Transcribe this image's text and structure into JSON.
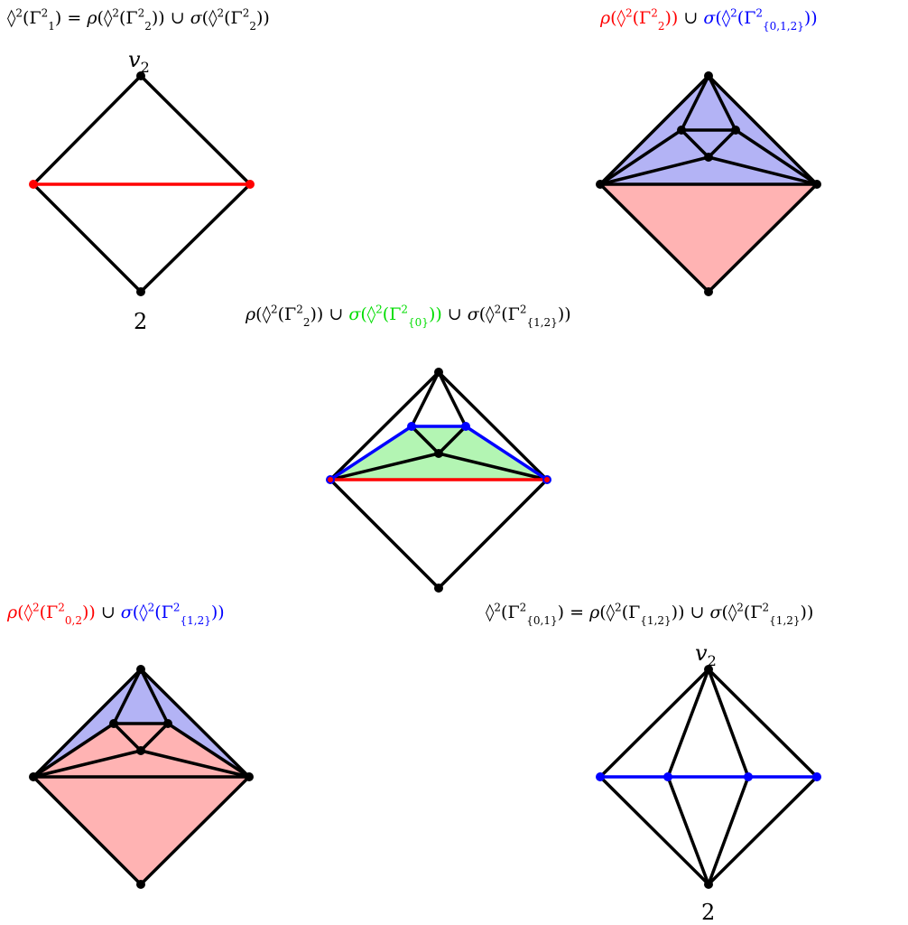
{
  "captions": {
    "p1": {
      "diamond": "◊",
      "exp": "2",
      "gamma": "Γ",
      "gsup": "2",
      "gsub": "1",
      "eq": " = ",
      "rho": "ρ",
      "diamond2": "◊",
      "exp2": "2",
      "gamma2": "Γ",
      "gsup2": "2",
      "gsub2": "2",
      "union": " ∪ ",
      "sigma": "σ",
      "diamond3": "◊",
      "exp3": "2",
      "gamma3": "Γ",
      "gsup3": "2",
      "gsub3": "2"
    },
    "p2": {
      "rho": "ρ",
      "diamond": "◊",
      "exp": "2",
      "gamma": "Γ",
      "gsup": "2",
      "gsub": "2",
      "union": " ∪ ",
      "sigma": "σ",
      "diamond2": "◊",
      "exp2": "2",
      "gamma2": "Γ",
      "gsup2": "2",
      "gsub2": "{0,1,2}"
    },
    "p3": {
      "rho": "ρ",
      "diamond": "◊",
      "exp": "2",
      "gamma": "Γ",
      "gsup": "2",
      "gsub": "2",
      "union": " ∪ ",
      "sigma": "σ",
      "diamond2": "◊",
      "exp2": "2",
      "gamma2": "Γ",
      "gsup2": "2",
      "gsub2": "{0}",
      "union2": " ∪ ",
      "sigma2": "σ",
      "diamond3": "◊",
      "exp3": "2",
      "gamma3": "Γ",
      "gsup3": "2",
      "gsub3": "{1,2}"
    },
    "p4": {
      "rho": "ρ",
      "diamond": "◊",
      "exp": "2",
      "gamma": "Γ",
      "gsup": "2",
      "gsub": "0,2",
      "union": " ∪ ",
      "sigma": "σ",
      "diamond2": "◊",
      "exp2": "2",
      "gamma2": "Γ",
      "gsup2": "2",
      "gsub2": "{1,2}"
    },
    "p5": {
      "diamond": "◊",
      "exp": "2",
      "gamma": "Γ",
      "gsup": "2",
      "gsub": "{0,1}",
      "eq": " = ",
      "rho": "ρ",
      "diamond2": "◊",
      "exp2": "2",
      "gamma2": "Γ",
      "gsub2": "{1,2}",
      "union": " ∪ ",
      "sigma": "σ",
      "diamond3": "◊",
      "exp3": "2",
      "gamma3": "Γ",
      "gsup3": "2",
      "gsub3": "{1,2}"
    }
  },
  "vertex_labels": {
    "p1_top_v": "v",
    "p1_top_sub": "2",
    "p1_bottom": "2",
    "p5_top_v": "v",
    "p5_top_sub": "2",
    "p5_bottom": "2"
  },
  "colors": {
    "red": "#ff0000",
    "blue": "#0000ff",
    "green": "#00dd00",
    "red_fill": "#ffb3b3",
    "blue_fill": "#b3b3f5",
    "green_fill": "#b3f5b3",
    "edge": "#000000"
  }
}
